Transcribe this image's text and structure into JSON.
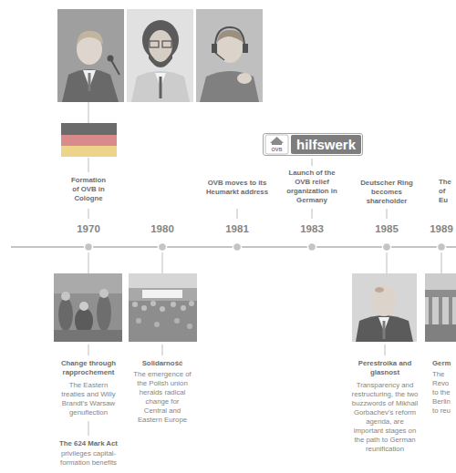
{
  "diagram": {
    "nodes": [
      {
        "text": [
          "hilfswerk"
        ]
      }
    ],
    "labels": [
      "Formation of OVB in Cologne",
      "OVB moves to its Heumarkt address",
      "Launch of the OVB relief organization in Germany",
      "Deutscher Ring becomes shareholder",
      "The of Eu",
      "1970",
      "1980",
      "1981",
      "1983",
      "1985",
      "1989",
      "Change through rapprochement",
      "The Eastern treaties and Willy Brandt's Warsaw genuflection",
      "The 624 Mark Act",
      "privileges capital-formation benefits",
      "Solidarność",
      "The emergence of the Polish union heralds radical change for Central and Eastern Europe",
      "Perestroika and glasnost",
      "Transparency and restructuring, the two buzzwords of Mikhail Gorbachev's reform agenda, are important stages on the path to German reunification",
      "Germ",
      "The Revo to the Berlin to reu",
      "OVB"
    ]
  }
}
